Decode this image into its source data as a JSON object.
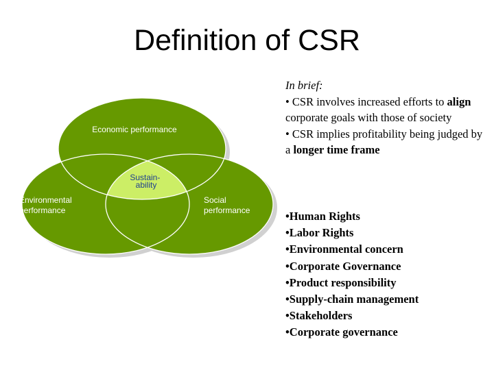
{
  "slide": {
    "title": "Definition of CSR"
  },
  "venn": {
    "colors": {
      "circle_fill": "#669900",
      "center_fill": "#CCEE66",
      "outline": "#FFFFFF",
      "circle_label_color": "#FFFFFF",
      "center_label_color": "#1F3F8F"
    },
    "circles": [
      {
        "id": "economic",
        "label_lines": [
          "Economic performance"
        ]
      },
      {
        "id": "environmental",
        "label_lines": [
          "Environmental",
          "performance"
        ]
      },
      {
        "id": "social",
        "label_lines": [
          "Social",
          "performance"
        ]
      }
    ],
    "center_label_lines": [
      "Sustain-",
      "ability"
    ]
  },
  "brief": {
    "intro": "In brief:",
    "point1": {
      "bullet": "•",
      "before": " CSR involves increased efforts to ",
      "emphasis": "align",
      "after": " corporate goals with those of society"
    },
    "point2": {
      "bullet": "•",
      "before": " CSR implies profitability being judged by a ",
      "emphasis": "longer time frame"
    }
  },
  "topics": {
    "bullet": "•",
    "items": [
      "Human Rights",
      "Labor Rights",
      "Environmental concern",
      "Corporate Governance",
      "Product responsibility",
      "Supply-chain management",
      "Stakeholders",
      "Corporate governance"
    ]
  }
}
